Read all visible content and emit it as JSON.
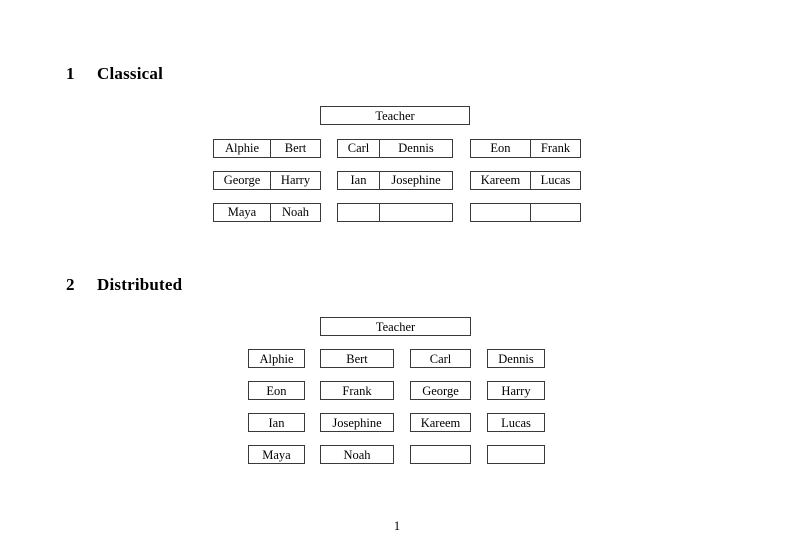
{
  "document": {
    "page_number": "1"
  },
  "sections": [
    {
      "number": "1",
      "title": "Classical",
      "teacher": {
        "label": "Teacher"
      },
      "groups": [
        {
          "name": "group-left",
          "rows": [
            {
              "cells": [
                "Alphie",
                "Bert"
              ]
            },
            {
              "cells": [
                "George",
                "Harry"
              ]
            },
            {
              "cells": [
                "Maya",
                "Noah"
              ]
            }
          ]
        },
        {
          "name": "group-middle",
          "rows": [
            {
              "cells": [
                "Carl",
                "Dennis"
              ]
            },
            {
              "cells": [
                "Ian",
                "Josephine"
              ]
            },
            {
              "cells": [
                "",
                ""
              ]
            }
          ]
        },
        {
          "name": "group-right",
          "rows": [
            {
              "cells": [
                "Eon",
                "Frank"
              ]
            },
            {
              "cells": [
                "Kareem",
                "Lucas"
              ]
            },
            {
              "cells": [
                "",
                ""
              ]
            }
          ]
        }
      ]
    },
    {
      "number": "2",
      "title": "Distributed",
      "teacher": {
        "label": "Teacher"
      },
      "grid": {
        "rows": [
          [
            "Alphie",
            "Bert",
            "Carl",
            "Dennis"
          ],
          [
            "Eon",
            "Frank",
            "George",
            "Harry"
          ],
          [
            "Ian",
            "Josephine",
            "Kareem",
            "Lucas"
          ],
          [
            "Maya",
            "Noah",
            "",
            ""
          ]
        ]
      }
    }
  ],
  "colors": {
    "border": "#3a3a3a",
    "text": "#000000",
    "background": "#ffffff"
  }
}
